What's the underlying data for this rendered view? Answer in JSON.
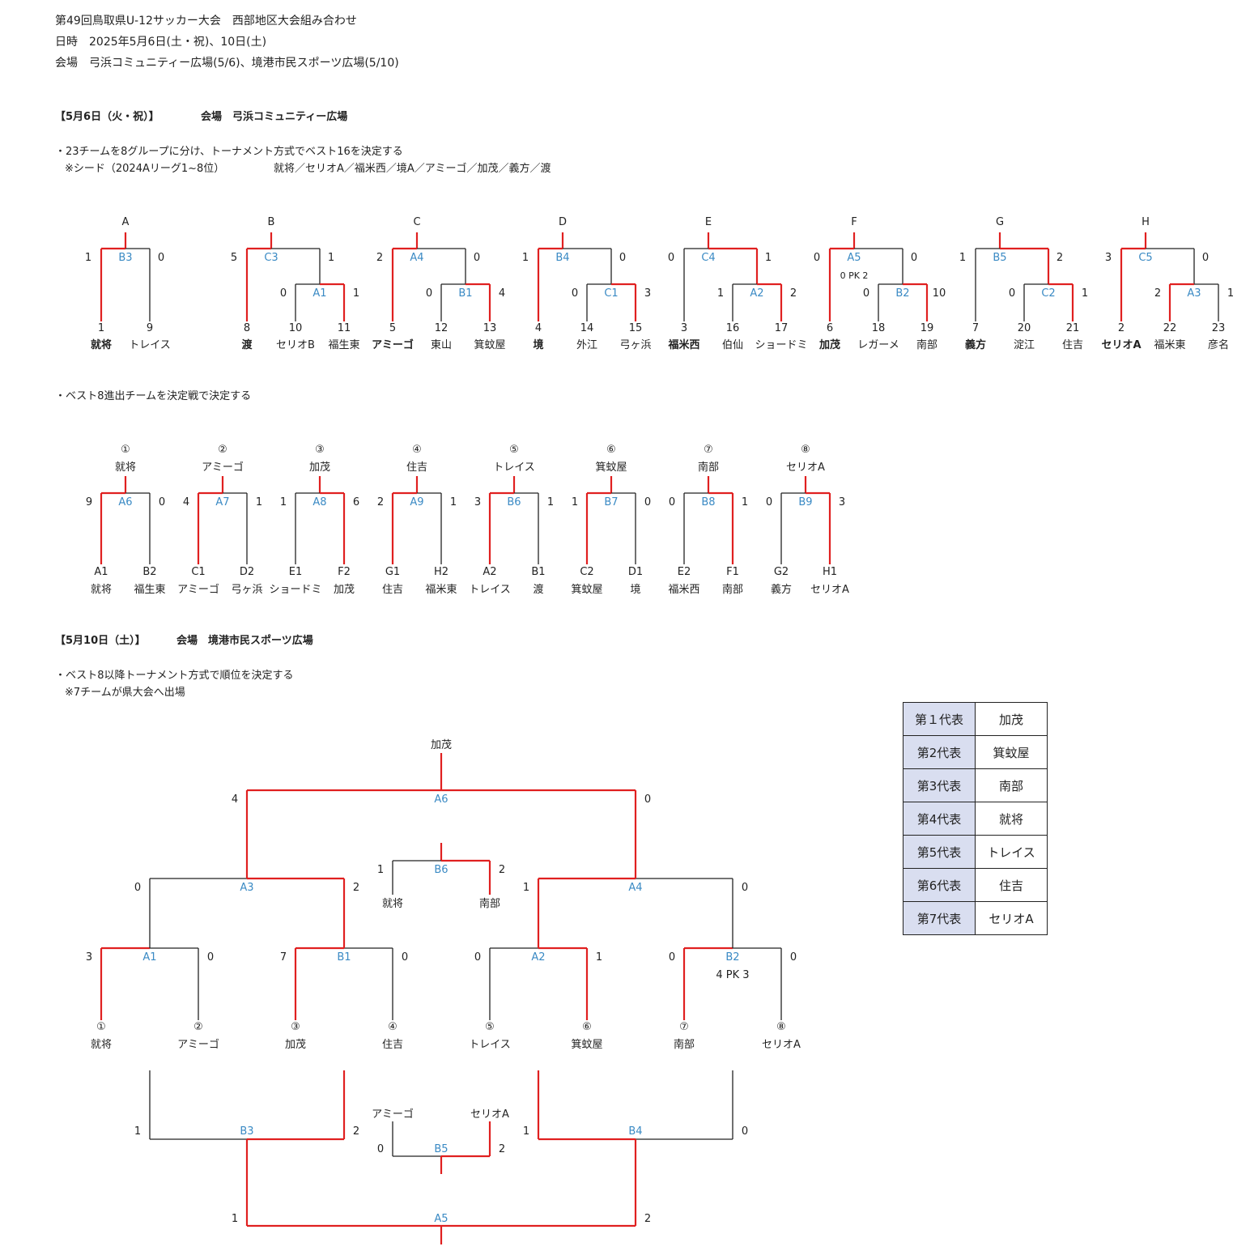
{
  "header": {
    "title": "第49回鳥取県U-12サッカー大会　西部地区大会組み合わせ",
    "date": "日時　2025年5月6日(土・祝)、10日(土)",
    "venue": "会場　弓浜コミュニティー広場(5/6)、境港市民スポーツ広場(5/10)"
  },
  "day1": {
    "heading": "【5月6日（火・祝）】",
    "venue": "会場　弓浜コミュニティー広場",
    "note1": "・23チームを8グループに分け、トーナメント方式でベスト16を決定する",
    "note2": "※シード（2024Aリーグ1~8位）",
    "seeds": "就将／セリオA／福米西／境A／アミーゴ／加茂／義方／渡",
    "groups": [
      {
        "name": "A",
        "top": "B3",
        "topL": "1",
        "topR": "0",
        "bye": "1",
        "byeTeam": "就将",
        "sub": null,
        "other": "9",
        "otherTeam": "トレイス"
      },
      {
        "name": "B",
        "top": "C3",
        "topL": "5",
        "topR": "1",
        "bye": "8",
        "byeTeam": "渡",
        "sub": {
          "code": "A1",
          "l": "0",
          "r": "1",
          "n1": "10",
          "t1": "セリオB",
          "n2": "11",
          "t2": "福生東",
          "win": "right"
        }
      },
      {
        "name": "C",
        "top": "A4",
        "topL": "2",
        "topR": "0",
        "bye": "5",
        "byeTeam": "アミーゴ",
        "sub": {
          "code": "B1",
          "l": "0",
          "r": "4",
          "n1": "12",
          "t1": "東山",
          "n2": "13",
          "t2": "箕蚊屋",
          "win": "right"
        }
      },
      {
        "name": "D",
        "top": "B4",
        "topL": "1",
        "topR": "0",
        "bye": "4",
        "byeTeam": "境",
        "sub": {
          "code": "C1",
          "l": "0",
          "r": "3",
          "n1": "14",
          "t1": "外江",
          "n2": "15",
          "t2": "弓ヶ浜",
          "win": "right"
        }
      },
      {
        "name": "E",
        "top": "C4",
        "topL": "0",
        "topR": "1",
        "bye": "3",
        "byeTeam": "福米西",
        "sub": {
          "code": "A2",
          "l": "1",
          "r": "2",
          "n1": "16",
          "t1": "伯仙",
          "n2": "17",
          "t2": "ショードミ",
          "win": "right"
        }
      },
      {
        "name": "F",
        "top": "A5",
        "topL": "0",
        "topR": "0",
        "pk": "0 PK 2",
        "bye": "6",
        "byeTeam": "加茂",
        "sub": {
          "code": "B2",
          "l": "0",
          "r": "10",
          "n1": "18",
          "t1": "レガーメ",
          "n2": "19",
          "t2": "南部",
          "win": "right"
        }
      },
      {
        "name": "G",
        "top": "B5",
        "topL": "1",
        "topR": "2",
        "bye": "7",
        "byeTeam": "義方",
        "sub": {
          "code": "C2",
          "l": "0",
          "r": "1",
          "n1": "20",
          "t1": "淀江",
          "n2": "21",
          "t2": "住吉",
          "win": "right"
        }
      },
      {
        "name": "H",
        "top": "C5",
        "topL": "3",
        "topR": "0",
        "bye": "2",
        "byeTeam": "セリオA",
        "sub": {
          "code": "A3",
          "l": "2",
          "r": "1",
          "n1": "22",
          "t1": "福米東",
          "n2": "23",
          "t2": "彦名",
          "win": "left"
        }
      }
    ],
    "note3": "・ベスト8進出チームを決定戦で決定する",
    "playoffs": [
      {
        "num": "①",
        "winner": "就将",
        "code": "A6",
        "l": "9",
        "r": "0",
        "g1": "A1",
        "t1": "就将",
        "g2": "B2",
        "t2": "福生東"
      },
      {
        "num": "②",
        "winner": "アミーゴ",
        "code": "A7",
        "l": "4",
        "r": "1",
        "g1": "C1",
        "t1": "アミーゴ",
        "g2": "D2",
        "t2": "弓ヶ浜"
      },
      {
        "num": "③",
        "winner": "加茂",
        "code": "A8",
        "l": "1",
        "r": "6",
        "g1": "E1",
        "t1": "ショードミ",
        "g2": "F2",
        "t2": "加茂"
      },
      {
        "num": "④",
        "winner": "住吉",
        "code": "A9",
        "l": "2",
        "r": "1",
        "g1": "G1",
        "t1": "住吉",
        "g2": "H2",
        "t2": "福米東"
      },
      {
        "num": "⑤",
        "winner": "トレイス",
        "code": "B6",
        "l": "3",
        "r": "1",
        "g1": "A2",
        "t1": "トレイス",
        "g2": "B1",
        "t2": "渡"
      },
      {
        "num": "⑥",
        "winner": "箕蚊屋",
        "code": "B7",
        "l": "1",
        "r": "0",
        "g1": "C2",
        "t1": "箕蚊屋",
        "g2": "D1",
        "t2": "境"
      },
      {
        "num": "⑦",
        "winner": "南部",
        "code": "B8",
        "l": "0",
        "r": "1",
        "g1": "E2",
        "t1": "福米西",
        "g2": "F1",
        "t2": "南部"
      },
      {
        "num": "⑧",
        "winner": "セリオA",
        "code": "B9",
        "l": "0",
        "r": "3",
        "g1": "G2",
        "t1": "義方",
        "g2": "H1",
        "t2": "セリオA"
      }
    ]
  },
  "day2": {
    "heading": "【5月10日（土）】",
    "venue": "会場　境港市民スポーツ広場",
    "note1": "・ベスト8以降トーナメント方式で順位を決定する",
    "note2": "※7チームが県大会へ出場",
    "champion": "加茂",
    "final": {
      "code": "A6",
      "l": "4",
      "r": "0"
    },
    "third": {
      "code": "B6",
      "l": "1",
      "r": "2",
      "t1": "就将",
      "t2": "南部"
    },
    "semis": [
      {
        "code": "A3",
        "l": "0",
        "r": "2"
      },
      {
        "code": "A4",
        "l": "1",
        "r": "0"
      }
    ],
    "quarters": [
      {
        "code": "A1",
        "l": "3",
        "r": "0"
      },
      {
        "code": "B1",
        "l": "7",
        "r": "0"
      },
      {
        "code": "A2",
        "l": "0",
        "r": "1"
      },
      {
        "code": "B2",
        "l": "0",
        "r": "0",
        "pk": "4 PK 3"
      }
    ],
    "seeds": [
      {
        "num": "①",
        "team": "就将"
      },
      {
        "num": "②",
        "team": "アミーゴ"
      },
      {
        "num": "③",
        "team": "加茂"
      },
      {
        "num": "④",
        "team": "住吉"
      },
      {
        "num": "⑤",
        "team": "トレイス"
      },
      {
        "num": "⑥",
        "team": "箕蚊屋"
      },
      {
        "num": "⑦",
        "team": "南部"
      },
      {
        "num": "⑧",
        "team": "セリオA"
      }
    ],
    "lower": [
      {
        "code": "B3",
        "l": "1",
        "r": "2"
      },
      {
        "code": "B4",
        "l": "1",
        "r": "0"
      }
    ],
    "b5": {
      "code": "B5",
      "l": "0",
      "r": "2",
      "t1": "アミーゴ",
      "t2": "セリオA"
    },
    "a5": {
      "code": "A5",
      "l": "1",
      "r": "2"
    }
  },
  "representatives": [
    {
      "label": "第１代表",
      "team": "加茂"
    },
    {
      "label": "第2代表",
      "team": "箕蚊屋"
    },
    {
      "label": "第3代表",
      "team": "南部"
    },
    {
      "label": "第4代表",
      "team": "就将"
    },
    {
      "label": "第5代表",
      "team": "トレイス"
    },
    {
      "label": "第6代表",
      "team": "住吉"
    },
    {
      "label": "第7代表",
      "team": "セリオA"
    }
  ],
  "colors": {
    "win": "#e02020",
    "line": "#222222",
    "code": "#3a8ac4"
  }
}
